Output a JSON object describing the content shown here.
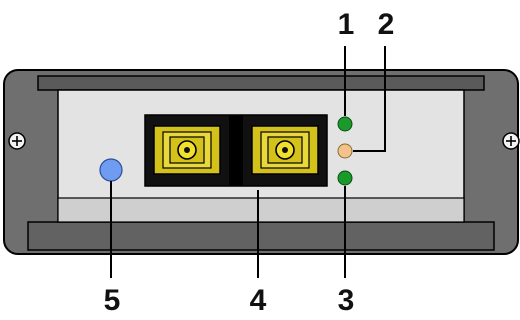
{
  "callouts": {
    "c1": "1",
    "c2": "2",
    "c3": "3",
    "c4": "4",
    "c5": "5"
  },
  "colors": {
    "frame_outer": "#6f6f6f",
    "frame_inner": "#555555",
    "panel": "#e3e3e3",
    "connector_body": "#111111",
    "connector_port": "#d4c21a",
    "connector_ferrule": "#f0df2c",
    "led_green": "#1a9a2a",
    "led_amber": "#f3c48a",
    "button_blue": "#6f9cf0",
    "leader_line": "#000000"
  },
  "icons": {
    "left_screw": "screw-icon",
    "right_screw": "screw-icon"
  }
}
